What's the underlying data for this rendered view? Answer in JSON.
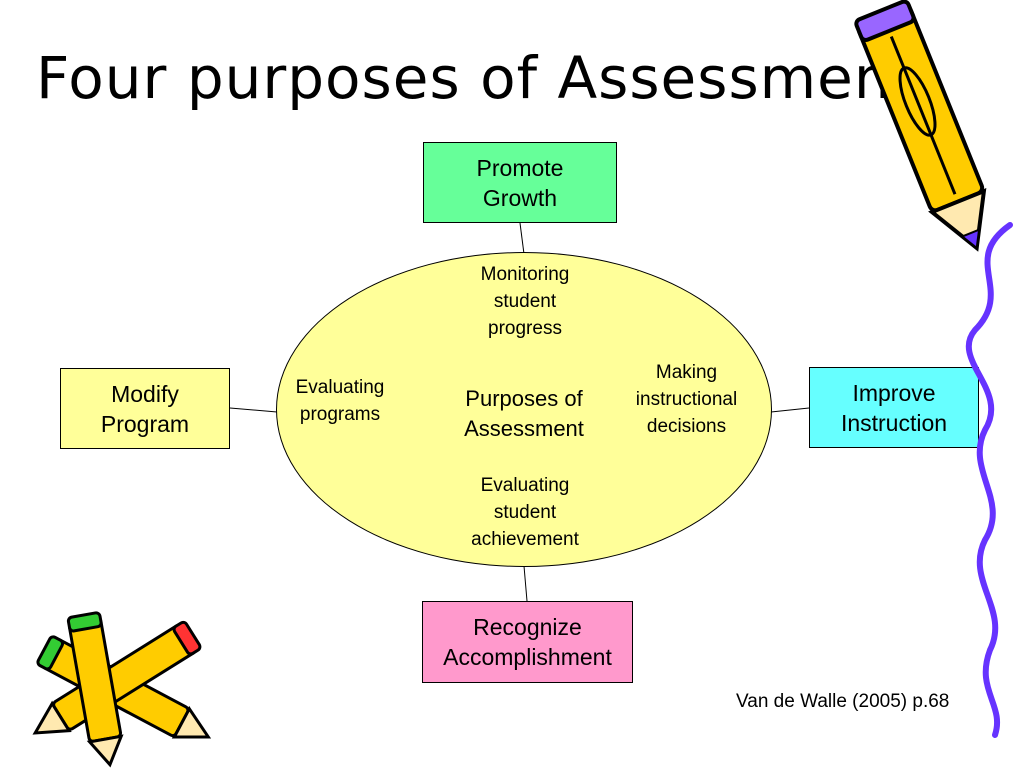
{
  "slide": {
    "title": "Four purposes of Assessment",
    "citation": "Van de Walle (2005) p.68"
  },
  "diagram": {
    "center": "Purposes of\nAssessment",
    "purposes": {
      "top": "Promote\nGrowth",
      "left": "Modify\nProgram",
      "right": "Improve\nInstruction",
      "bottom": "Recognize\nAccomplishment"
    },
    "activities": {
      "top": "Monitoring\nstudent\nprogress",
      "left": "Evaluating\nprograms",
      "right": "Making\ninstructional\ndecisions",
      "bottom": "Evaluating\nstudent\nachievement"
    }
  },
  "colors": {
    "promote_growth": "#66ff99",
    "modify_program": "#ffff99",
    "improve_instruction": "#66ffff",
    "recognize_accomplishment": "#ff99cc",
    "ellipse_fill": "#ffff99",
    "pencil_body": "#ffcc00",
    "squiggle": "#6633ff"
  },
  "icons": [
    "pencil-icon",
    "crossed-pencils-icon",
    "squiggle-line-icon"
  ]
}
